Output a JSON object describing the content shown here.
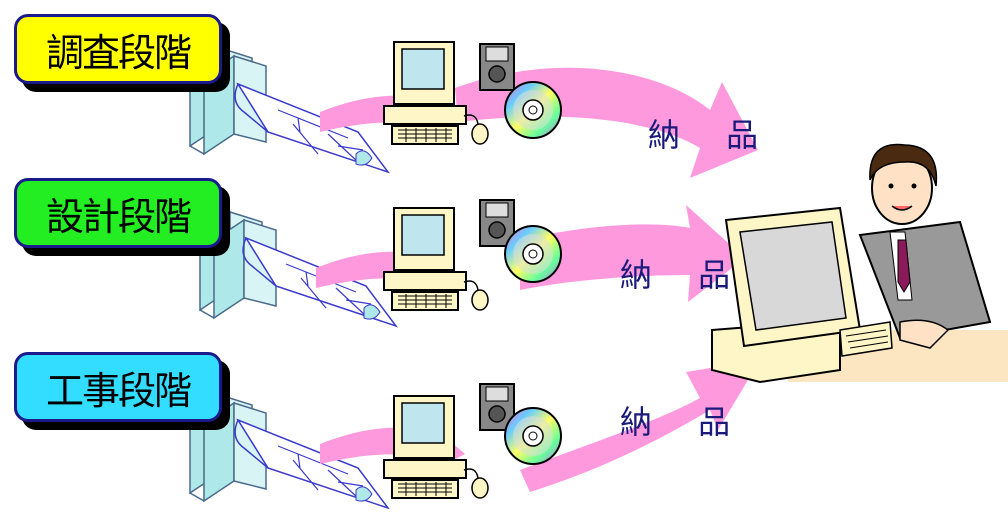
{
  "stages": [
    {
      "label": "調査段階",
      "color": "#ffff00"
    },
    {
      "label": "設計段階",
      "color": "#22ee22"
    },
    {
      "label": "工事段階",
      "color": "#33ddff"
    }
  ],
  "deliveries": [
    {
      "label": "納 品"
    },
    {
      "label": "納 品"
    },
    {
      "label": "納 品"
    }
  ],
  "colors": {
    "arrow": "#ff99dd",
    "book": "#aee8e8",
    "label_border": "#1a1a8c",
    "delivery_text": "#1a1a7a",
    "desk": "#fce6c2"
  },
  "icons": [
    "books-icon",
    "blueprint-icon",
    "computer-icon",
    "floppy-disk-icon",
    "cd-icon",
    "office-worker-icon"
  ]
}
